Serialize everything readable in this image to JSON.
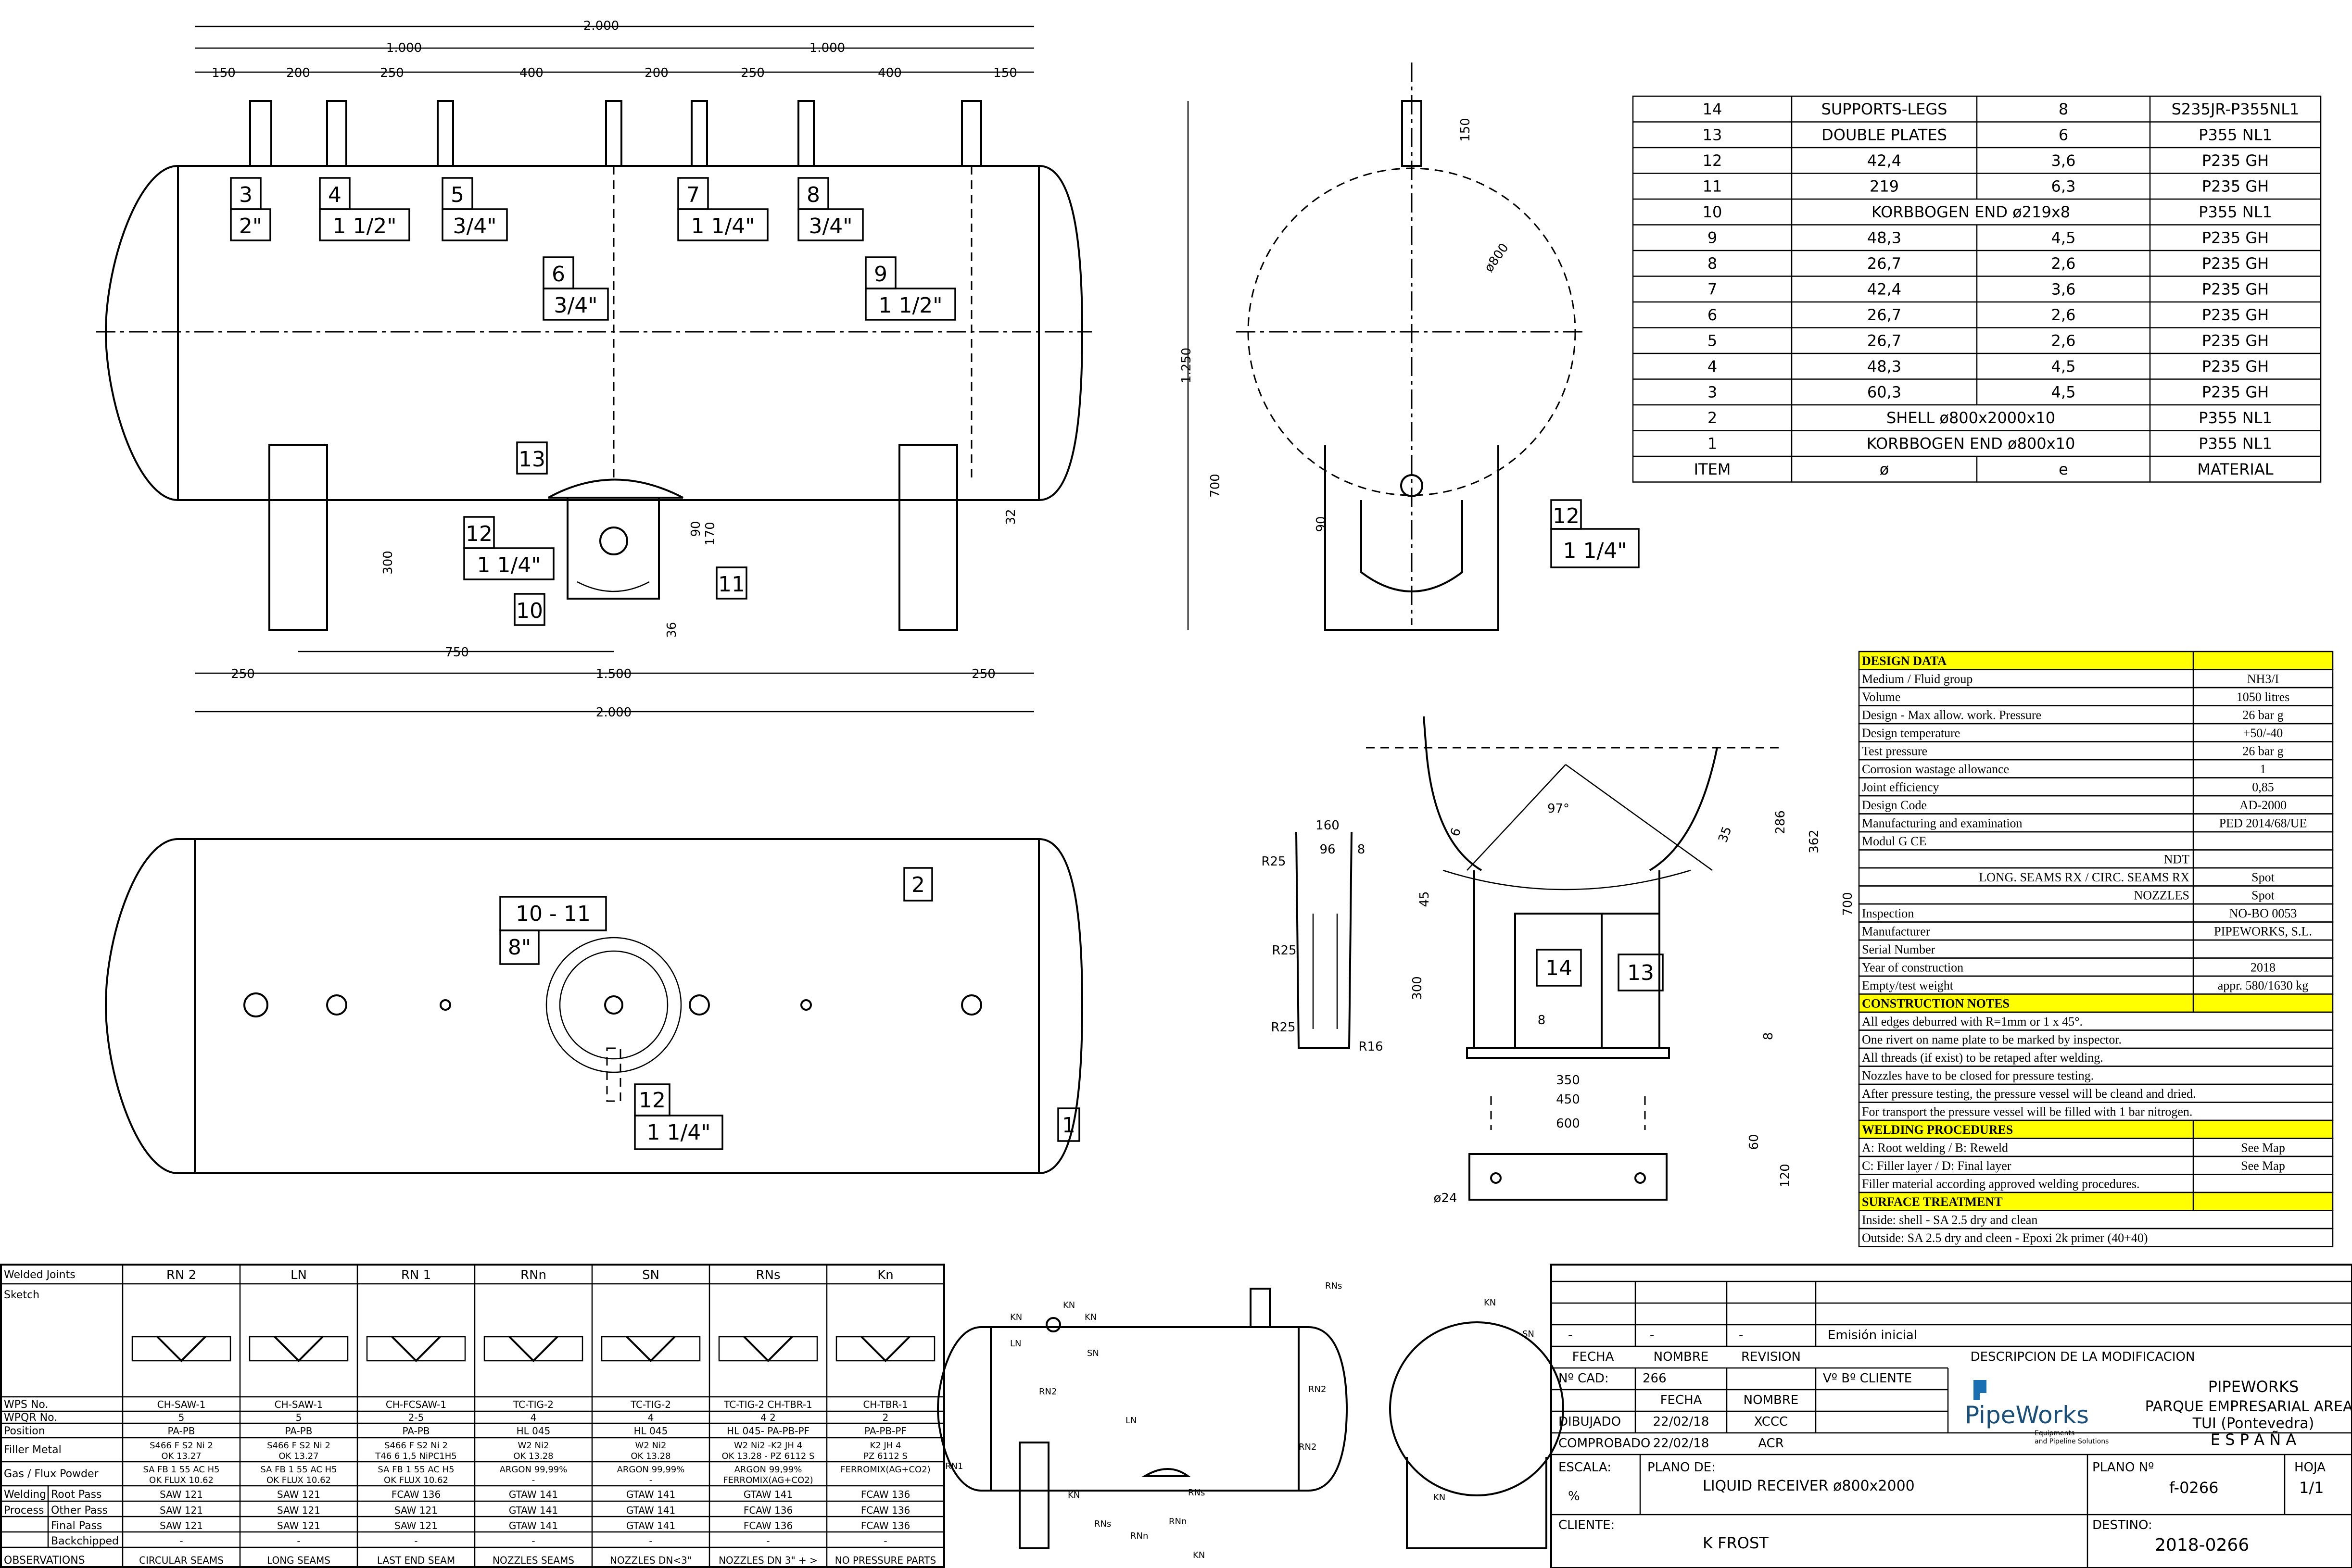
{
  "front_view": {
    "dims_top": {
      "total": "2.000",
      "half_left": "1.000",
      "half_right": "1.000",
      "segments": [
        "150",
        "200",
        "250",
        "400",
        "200",
        "250",
        "400",
        "150"
      ]
    },
    "dims_bottom": {
      "left": "250",
      "mid": "1.500",
      "right": "250",
      "total": "2.000",
      "leg_offset": "750"
    },
    "dims_misc": {
      "d90": "90",
      "d170": "170",
      "d36": "36",
      "d300": "300",
      "d32": "32"
    },
    "labels": [
      {
        "num": "3",
        "size": "2\""
      },
      {
        "num": "4",
        "size": "1 1/2\""
      },
      {
        "num": "5",
        "size": "3/4\""
      },
      {
        "num": "7",
        "size": "1 1/4\""
      },
      {
        "num": "8",
        "size": "3/4\""
      },
      {
        "num": "6",
        "size": "3/4\""
      },
      {
        "num": "9",
        "size": "1 1/2\""
      },
      {
        "num": "13",
        "size": ""
      },
      {
        "num": "12",
        "size": "1 1/4\""
      },
      {
        "num": "10",
        "size": ""
      },
      {
        "num": "11",
        "size": ""
      }
    ]
  },
  "side_view": {
    "d150": "150",
    "d800": "ø800",
    "d1250": "1.250",
    "d700": "700",
    "d90": "90",
    "label_num": "12",
    "label_size": "1 1/4\""
  },
  "top_view": {
    "label_shell": "2",
    "label_end": "1",
    "nozzle_num": "10 - 11",
    "nozzle_size": "8\"",
    "label12": "12",
    "label12_size": "1 1/4\""
  },
  "support_detail": {
    "d160": "160",
    "d96": "96",
    "d8a": "8",
    "R25a": "R25",
    "R25b": "R25",
    "R25c": "R25",
    "R16": "R16",
    "d97": "97°",
    "d6": "6",
    "d35": "35",
    "d286": "286",
    "d362": "362",
    "d700": "700",
    "d45": "45",
    "d300": "300",
    "d8b": "8",
    "d8c": "8",
    "d350": "350",
    "d450": "450",
    "d600": "600",
    "d60": "60",
    "d120": "120",
    "d24": "ø24",
    "lab14": "14",
    "lab13": "13"
  },
  "parts_table": {
    "rows": [
      [
        "14",
        "SUPPORTS-LEGS",
        "8",
        "S235JR-P355NL1"
      ],
      [
        "13",
        "DOUBLE PLATES",
        "6",
        "P355 NL1"
      ],
      [
        "12",
        "42,4",
        "3,6",
        "P235 GH"
      ],
      [
        "11",
        "219",
        "6,3",
        "P235 GH"
      ],
      [
        "10",
        "KORBBOGEN END ø219x8",
        "",
        "P355 NL1"
      ],
      [
        "9",
        "48,3",
        "4,5",
        "P235 GH"
      ],
      [
        "8",
        "26,7",
        "2,6",
        "P235 GH"
      ],
      [
        "7",
        "42,4",
        "3,6",
        "P235 GH"
      ],
      [
        "6",
        "26,7",
        "2,6",
        "P235 GH"
      ],
      [
        "5",
        "26,7",
        "2,6",
        "P235 GH"
      ],
      [
        "4",
        "48,3",
        "4,5",
        "P235 GH"
      ],
      [
        "3",
        "60,3",
        "4,5",
        "P235 GH"
      ],
      [
        "2",
        "SHELL ø800x2000x10",
        "",
        "P355 NL1"
      ],
      [
        "1",
        "KORBBOGEN END ø800x10",
        "",
        "P355 NL1"
      ],
      [
        "ITEM",
        "ø",
        "e",
        "MATERIAL"
      ]
    ]
  },
  "design_data": {
    "header": "DESIGN DATA",
    "rows": [
      [
        "Medium / Fluid group",
        "NH3/I"
      ],
      [
        "Volume",
        "1050 litres"
      ],
      [
        "Design - Max allow. work. Pressure",
        "26 bar g"
      ],
      [
        "Design temperature",
        "+50/-40"
      ],
      [
        "Test pressure",
        "26 bar g"
      ],
      [
        "Corrosion wastage allowance",
        "1"
      ],
      [
        "Joint efficiency",
        "0,85"
      ],
      [
        "Design Code",
        "AD-2000"
      ],
      [
        "Manufacturing and examination",
        "PED 2014/68/UE"
      ],
      [
        "Modul G CE",
        ""
      ],
      [
        "NDT",
        ""
      ],
      [
        "LONG. SEAMS RX / CIRC. SEAMS RX",
        "Spot"
      ],
      [
        "NOZZLES",
        "Spot"
      ],
      [
        "Inspection",
        "NO-BO 0053"
      ],
      [
        "Manufacturer",
        "PIPEWORKS, S.L."
      ],
      [
        "Serial Number",
        ""
      ],
      [
        "Year of construction",
        "2018"
      ],
      [
        "Empty/test weight",
        "appr. 580/1630 kg"
      ]
    ],
    "construction_header": "CONSTRUCTION NOTES",
    "construction_notes": [
      "All edges deburred with R=1mm or 1 x 45°.",
      "One rivert on name plate to be marked by inspector.",
      "All threads (if exist) to be retaped after welding.",
      "Nozzles have to be closed for pressure testing.",
      "After pressure testing, the pressure vessel will be cleand and dried.",
      "For transport the pressure vessel will be filled with 1 bar nitrogen."
    ],
    "welding_header": "WELDING PROCEDURES",
    "welding_rows": [
      [
        "A: Root welding / B: Reweld",
        "See Map"
      ],
      [
        "C: Filler layer / D: Final layer",
        "See Map"
      ],
      [
        "Filler material according approved welding procedures.",
        ""
      ]
    ],
    "surface_header": "SURFACE TREATMENT",
    "surface_rows": [
      "Inside: shell - SA 2.5 dry and clean",
      "Outside: SA 2.5 dry and cleen - Epoxi 2k primer (40+40)"
    ]
  },
  "weld_table": {
    "row_labels": [
      "Welded Joints",
      "Sketch",
      "WPS No.",
      "WPQR No.",
      "Position",
      "Filler Metal",
      "Gas / Flux Powder",
      "Welding",
      "Process",
      "Root Pass",
      "Other Pass",
      "Final Pass",
      "Backchipped",
      "OBSERVATIONS"
    ],
    "columns": [
      {
        "joint": "RN 2",
        "wps": "CH-SAW-1",
        "wpqr": "5",
        "pos": "PA-PB",
        "filler1": "S466 F S2 Ni 2",
        "filler2": "OK 13.27",
        "gas1": "SA FB 1 55 AC H5",
        "gas2": "OK FLUX 10.62",
        "root": "SAW 121",
        "other": "SAW 121",
        "final": "SAW 121",
        "back": "-",
        "obs": "CIRCULAR SEAMS"
      },
      {
        "joint": "LN",
        "wps": "CH-SAW-1",
        "wpqr": "5",
        "pos": "PA-PB",
        "filler1": "S466 F S2 Ni 2",
        "filler2": "OK 13.27",
        "gas1": "SA FB 1 55 AC H5",
        "gas2": "OK FLUX 10.62",
        "root": "SAW 121",
        "other": "SAW 121",
        "final": "SAW 121",
        "back": "-",
        "obs": "LONG SEAMS"
      },
      {
        "joint": "RN 1",
        "wps": "CH-FCSAW-1",
        "wpqr": "2-5",
        "pos": "PA-PB",
        "filler1": "S466 F S2 Ni 2",
        "filler2": "T46 6 1,5 NiPC1H5",
        "gas1": "SA FB 1 55 AC H5",
        "gas2": "OK FLUX 10.62",
        "root": "FCAW 136",
        "other": "SAW 121",
        "final": "SAW 121",
        "back": "-",
        "obs": "LAST END SEAM"
      },
      {
        "joint": "RNn",
        "wps": "TC-TIG-2",
        "wpqr": "4",
        "pos": "HL 045",
        "filler1": "W2 Ni2",
        "filler2": "OK 13.28",
        "gas1": "ARGON 99,99%",
        "gas2": "-",
        "root": "GTAW 141",
        "other": "GTAW 141",
        "final": "GTAW 141",
        "back": "-",
        "obs": "NOZZLES SEAMS"
      },
      {
        "joint": "SN",
        "wps": "TC-TIG-2",
        "wpqr": "4",
        "pos": "HL 045",
        "filler1": "W2 Ni2",
        "filler2": "OK 13.28",
        "gas1": "ARGON 99,99%",
        "gas2": "-",
        "root": "GTAW 141",
        "other": "GTAW 141",
        "final": "GTAW 141",
        "back": "-",
        "obs": "NOZZLES DN<3\""
      },
      {
        "joint": "RNs",
        "wps": "TC-TIG-2 CH-TBR-1",
        "wpqr": "4 2",
        "pos": "HL 045- PA-PB-PF",
        "filler1": "W2 Ni2 -K2 JH 4",
        "filler2": "OK 13.28 - PZ 6112 S",
        "gas1": "ARGON 99,99%",
        "gas2": "FERROMIX(AG+CO2)",
        "root": "GTAW 141",
        "other": "FCAW 136",
        "final": "FCAW 136",
        "back": "-",
        "obs": "NOZZLES DN 3\" + >"
      },
      {
        "joint": "Kn",
        "wps": "CH-TBR-1",
        "wpqr": "2",
        "pos": "PA-PB-PF",
        "filler1": "K2 JH 4",
        "filler2": "PZ 6112 S",
        "gas1": "FERROMIX(AG+CO2)",
        "gas2": "",
        "root": "FCAW 136",
        "other": "FCAW 136",
        "final": "FCAW 136",
        "back": "-",
        "obs": "NO PRESSURE PARTS"
      }
    ]
  },
  "weld_map": {
    "labels": [
      "KN",
      "KN",
      "KN",
      "SN",
      "LN",
      "RN2",
      "RN2",
      "LN",
      "RN2",
      "RNs",
      "RN1",
      "KN",
      "RNs",
      "RNn",
      "KN",
      "RNs",
      "RNn",
      "SN",
      "KN",
      "KN"
    ]
  },
  "title_block": {
    "rev_row": [
      "-",
      "-",
      "-",
      "Emisión inicial"
    ],
    "rev_headers": [
      "FECHA",
      "NOMBRE",
      "REVISION",
      "DESCRIPCION DE LA MODIFICACION"
    ],
    "cad_label": "Nº CAD:",
    "cad_value": "266",
    "vb_label": "Vº Bº CLIENTE",
    "hdr_fecha": "FECHA",
    "hdr_nombre": "NOMBRE",
    "dibujado": "DIBUJADO",
    "dib_fecha": "22/02/18",
    "dib_nombre": "XCCC",
    "comprobado": "COMPROBADO",
    "comp_fecha": "22/02/18",
    "comp_nombre": "ACR",
    "logo_text": "PipeWorks",
    "logo_sub1": "Equipments",
    "logo_sub2": "and Pipeline Solutions",
    "company": [
      "PIPEWORKS",
      "PARQUE EMPRESARIAL AREAS",
      "TUI (Pontevedra)",
      "E S P A Ñ A"
    ],
    "escala_label": "ESCALA:",
    "escala_value": "%",
    "plano_de_label": "PLANO DE:",
    "plano_de_value": "LIQUID RECEIVER ø800x2000",
    "plano_no_label": "PLANO Nº",
    "plano_no_value": "f-0266",
    "hoja_label": "HOJA",
    "hoja_value": "1/1",
    "cliente_label": "CLIENTE:",
    "cliente_value": "K FROST",
    "destino_label": "DESTINO:",
    "destino_value": "2018-0266"
  },
  "colors": {
    "highlight": "#ffff00",
    "logo": "#1a6fb3",
    "line": "#000000"
  }
}
